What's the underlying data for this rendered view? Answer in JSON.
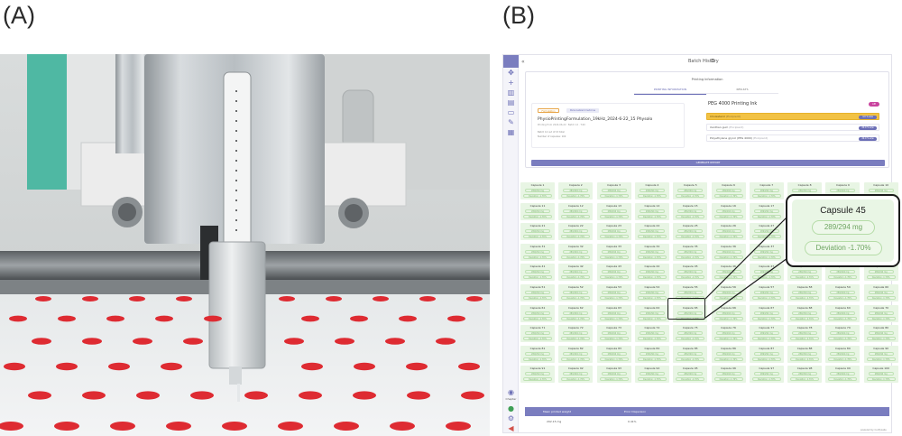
{
  "panels": {
    "a_label": "(A)",
    "b_label": "(B)"
  },
  "app": {
    "title": "Batch History",
    "back_icon": "arrow-left-icon",
    "share_icon": "share-icon",
    "sidebar": {
      "top_icons": [
        "move-icon",
        "plus-icon",
        "bar-chart-icon",
        "document-icon",
        "folder-icon",
        "pen-icon",
        "building-icon"
      ],
      "user_label": "Chapter",
      "bottom_icons": [
        "user-icon",
        "settings-icon",
        "megaphone-icon",
        "logout-icon"
      ]
    },
    "printing_information": {
      "title": "Printing Information",
      "tabs": [
        "PRINTING INFORMATION",
        "RESULTS"
      ],
      "formulation": {
        "badge": "Formulation",
        "tag": "Personalized medicine",
        "name": "PhysioPrintingFormulation_19kHz_2024-6-22_15 Physolo",
        "subtitle": "Printing from 2024-06-22 · Batch 12 · T-60",
        "line1": "Batch 12 out of 15 total",
        "line2": "Number of capsules: 100"
      },
      "excipients": {
        "title": "PEG 4000 Printing Ink",
        "pill": "API",
        "rows": [
          {
            "name": "Cholesterol",
            "role": "(Excipient)",
            "chip": "4.0 % w/w"
          },
          {
            "name": "Xanthan gum",
            "role": "(Excipient)",
            "chip": "20.0 % w/w"
          },
          {
            "name": "Polyethylene glycol (PEG 4000)",
            "role": "(Excipient)",
            "chip": "20.0 % w/w"
          }
        ]
      },
      "footer_button": "GENERATE REPORT"
    },
    "capsules": {
      "columns": 10,
      "rows": 10,
      "weight": "289/294 mg",
      "deviation": "Deviation -1.70%"
    },
    "highlight": {
      "name": "Capsule 45",
      "weight": "289/294 mg",
      "deviation": "Deviation -1.70%"
    },
    "summary": {
      "headers": [
        "Mean printed weight",
        "Error Dispersion"
      ],
      "values": [
        "292.15 mg",
        "0.41%"
      ]
    },
    "powered_by": "powered by CurifyLabs"
  }
}
